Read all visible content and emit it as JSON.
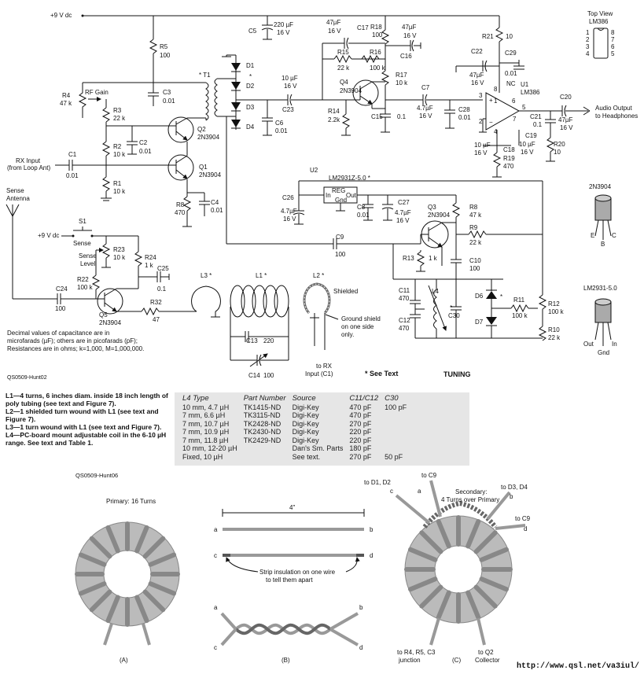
{
  "supply": {
    "v1": "+9 V dc",
    "v2": "+9 V dc"
  },
  "components": {
    "R5": "R5",
    "R5v": "100",
    "C3": "C3",
    "C3v": "0.01",
    "R4": "R4",
    "R4v": "47 k",
    "rfgain": "RF Gain",
    "R3": "R3",
    "R3v": "22 k",
    "R2": "R2",
    "R2v": "10 k",
    "R1": "R1",
    "R1v": "10 k",
    "C2": "C2",
    "C2v": "0.01",
    "C1": "C1",
    "C1v": "0.01",
    "rxin1": "RX Input",
    "rxin2": "(from Loop Ant)",
    "Q2": "Q2",
    "Q2v": "2N3904",
    "Q1": "Q1",
    "Q1v": "2N3904",
    "R8": "R8",
    "R8v": "470",
    "C4": "C4",
    "C4v": "0.01",
    "T1": "* T1",
    "D1": "D1",
    "D2": "D2",
    "D3": "D3",
    "D4": "D4",
    "star1": "*",
    "C5": "C5",
    "C5v1": "220 µF",
    "C5v2": "16 V",
    "C23v1": "10 µF",
    "C23v2": "16 V",
    "C23": "C23",
    "C6": "C6",
    "C6v": "0.01",
    "C17v1": "47µF",
    "C17v2": "16 V",
    "C17": "C17",
    "R15": "R15",
    "R15v": "22 k",
    "R18": "R18",
    "R18v": "100",
    "C16v1": "47µF",
    "C16v2": "16 V",
    "C16": "C16",
    "R16": "R16",
    "R16v": "100 k",
    "R17": "R17",
    "R17v": "10 k",
    "Q4": "Q4",
    "Q4v": "2N3904",
    "R14": "R14",
    "R14v": "2.2k",
    "C15": "C15",
    "C15v": "0.1",
    "C7": "C7",
    "C7v1": "4.7µF",
    "C7v2": "16 V",
    "C28": "C28",
    "C28v": "0.01",
    "R21": "R21",
    "R21v": "10",
    "C22": "C22",
    "C22v1": "47µF",
    "C22v2": "16 V",
    "C29": "C29",
    "C29v": "0.01",
    "U1": "U1",
    "U1v": "LM386",
    "nc": "NC",
    "C20": "C20",
    "C20v1": "47µF",
    "C20v2": "16 V",
    "audio1": "Audio Output",
    "audio2": "to Headphones",
    "C21": "C21",
    "C21v": "0.1",
    "R20": "R20",
    "R20v": "10",
    "C19": "C19",
    "C19v1": "10 µF",
    "C19v2": "16 V",
    "C18": "C18",
    "C18v1": "10 µF",
    "C18v2": "16 V",
    "R19": "R19",
    "R19v": "470",
    "pins": [
      "3",
      "8",
      "1",
      "2",
      "4",
      "5",
      "6",
      "7"
    ],
    "topview1": "Top View",
    "topview2": "LM386",
    "dippins": [
      "1",
      "2",
      "3",
      "4",
      "8",
      "7",
      "6",
      "5"
    ],
    "U2": "U2",
    "U2v": "LM2931Z-5.0 *",
    "reg_in": "In",
    "reg_out": "Out",
    "reg_gnd": "Gnd",
    "reg_reg": "REG",
    "C26": "C26",
    "C26v1": "4.7µF",
    "C26v2": "16 V",
    "C8": "C8",
    "C8v": "0.01",
    "C27": "C27",
    "C27v1": "4.7µF",
    "C27v2": "16 V",
    "Q3": "Q3",
    "Q3v": "2N3904",
    "R8b": "R8",
    "R8bv": "47 k",
    "R9": "R9",
    "R9v": "22 k",
    "C9": "C9",
    "C9v": "100",
    "R13": "R13",
    "R13v": "1 k",
    "C10": "C10",
    "C10v": "100",
    "C11": "C11",
    "C11v": "470",
    "C12": "C12",
    "C12v": "470",
    "L4": "L4",
    "C30": "C30",
    "star2": "*",
    "D6": "D6",
    "D7": "D7",
    "star3": "*",
    "R11": "R11",
    "R11v": "100 k",
    "R12": "R12",
    "R12v": "100 k",
    "R10": "R10",
    "R10v": "22 k",
    "tuning": "TUNING",
    "sense_ant1": "Sense",
    "sense_ant2": "Antenna",
    "S1": "S1",
    "sense": "Sense",
    "R23": "R23",
    "R23v": "10 k",
    "sl1": "Sense",
    "sl2": "Level",
    "R24": "R24",
    "R24v": "1 k",
    "C25": "C25",
    "C25v": "0.1",
    "R22": "R22",
    "R22v": "100 k",
    "C24": "C24",
    "C24v": "100",
    "Q5": "Q5",
    "Q5v": "2N3904",
    "R32": "R32",
    "R32v": "47",
    "L3": "L3 *",
    "L1": "L1 *",
    "L2": "L2 *",
    "shielded": "Shielded",
    "gs1": "Ground shield",
    "gs2": "on one side",
    "gs3": "only.",
    "C13": "C13",
    "C13v": "220",
    "C14": "C14",
    "C14v": "100",
    "torx1": "to RX",
    "torx2": "Input (C1)",
    "seetext": "* See Text",
    "dec1": "Decimal values of capacitance are in",
    "dec2": "microfarads (µF); others are in picofarads (pF);",
    "dec3": "Resistances are in ohms; k=1,000, M=1,000,000.",
    "code1": "QS0509-Hunt02",
    "2n3904": "2N3904",
    "ebc": [
      "E",
      "B",
      "C"
    ],
    "lm2931": "LM2931-5.0",
    "lmpins": [
      "Out",
      "Gnd",
      "In"
    ]
  },
  "notes": [
    "L1—4 turns, 6 inches diam. inside 18 inch length of poly tubing (see text and Figure 7).",
    "L2—1 shielded turn wound with L1 (see text and Figure 7).",
    "L3—1 turn wound with L1 (see text and Figure 7).",
    "L4—PC-board mount adjustable coil in the 6-10 µH range. See text and Table 1."
  ],
  "code2": "QS0509-Hunt06",
  "table": {
    "headers": [
      "L4 Type",
      "Part Number",
      "Source",
      "C11/C12",
      "C30"
    ],
    "rows": [
      [
        "10 mm, 4.7 µH",
        "TK1415-ND",
        "Digi-Key",
        "470 pF",
        "100 pF"
      ],
      [
        "7 mm, 6.6 µH",
        "TK3115-ND",
        "Digi-Key",
        "470 pF",
        ""
      ],
      [
        "7 mm, 10.7 µH",
        "TK2428-ND",
        "Digi-Key",
        "270 pF",
        ""
      ],
      [
        "7 mm, 10.9 µH",
        "TK2430-ND",
        "Digi-Key",
        "220 pF",
        ""
      ],
      [
        "7 mm, 11.8 µH",
        "TK2429-ND",
        "Digi-Key",
        "220 pF",
        ""
      ],
      [
        "10 mm, 12-20 µH",
        "",
        "Dan's Sm. Parts",
        "180 pF",
        ""
      ],
      [
        "Fixed, 10 µH",
        "",
        "See text.",
        "270 pF",
        "50 pF"
      ]
    ]
  },
  "torA": {
    "title": "Primary: 16 Turns",
    "cap": "(A)"
  },
  "torB": {
    "len": "4\"",
    "a": "a",
    "b": "b",
    "c": "c",
    "d": "d",
    "strip1": "Strip insulation on one wire",
    "strip2": "to tell them apart",
    "cap": "(B)"
  },
  "torC": {
    "d1d2": "to D1, D2",
    "c9": "to C9",
    "c": "c",
    "a": "a",
    "sec1": "Secondary:",
    "sec2": "4 Turns over Primary",
    "d3d4": "to D3, D4",
    "b": "b",
    "c9b": "to C9",
    "d": "d",
    "r4a": "to R4, R5, C3",
    "r4b": "junction",
    "q2a": "to Q2",
    "q2b": "Collector",
    "cap": "(C)"
  },
  "url": "http://www.qsl.net/va3iul/"
}
